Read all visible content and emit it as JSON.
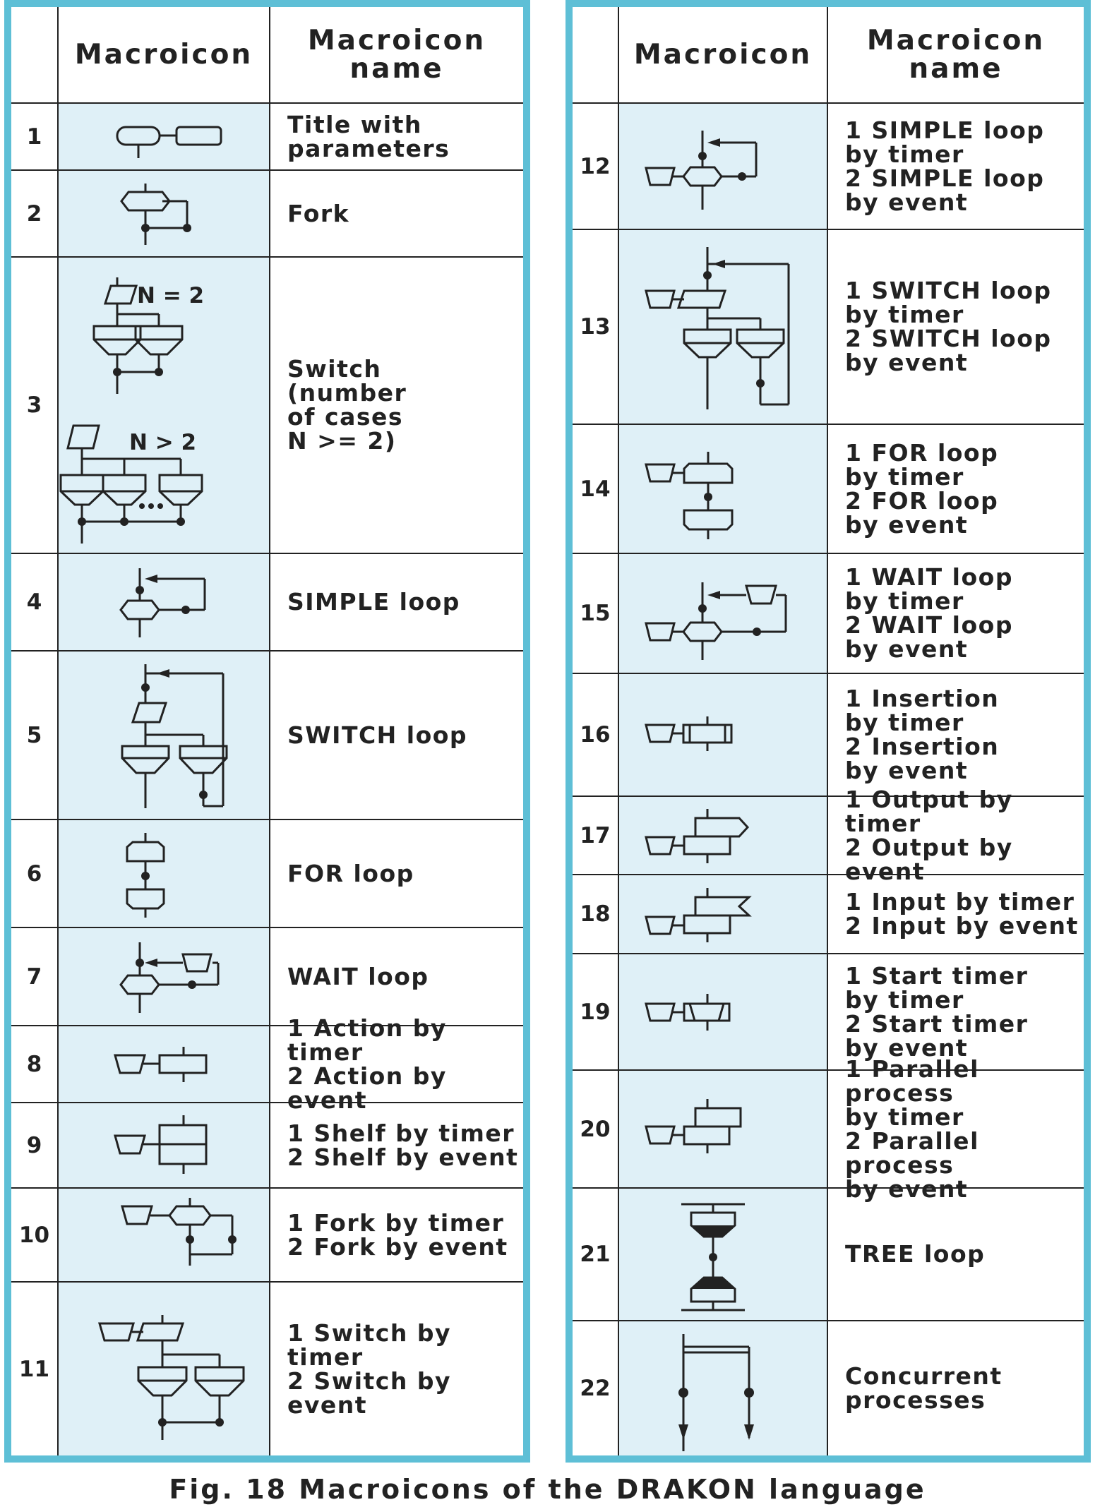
{
  "header": {
    "col_icon": "Macroicon",
    "col_name": "Macroicon\nname"
  },
  "caption": "Fig. 18  Macroicons of the DRAKON language",
  "rows_left": [
    {
      "num": "1",
      "name": "Title with\nparameters",
      "icon": "title-with-parameters-icon"
    },
    {
      "num": "2",
      "name": "Fork",
      "icon": "fork-icon"
    },
    {
      "num": "3",
      "name": "Switch\n(number\nof cases\nN >= 2)",
      "icon": "switch-icon",
      "labels": [
        "N = 2",
        "N > 2"
      ]
    },
    {
      "num": "4",
      "name": "SIMPLE loop",
      "icon": "simple-loop-icon"
    },
    {
      "num": "5",
      "name": "SWITCH loop",
      "icon": "switch-loop-icon"
    },
    {
      "num": "6",
      "name": "FOR loop",
      "icon": "for-loop-icon"
    },
    {
      "num": "7",
      "name": "WAIT loop",
      "icon": "wait-loop-icon"
    },
    {
      "num": "8",
      "name": "1 Action by timer\n2 Action by event",
      "icon": "action-by-timer-icon"
    },
    {
      "num": "9",
      "name": "1 Shelf by timer\n2 Shelf by event",
      "icon": "shelf-by-timer-icon"
    },
    {
      "num": "10",
      "name": "1 Fork by timer\n2 Fork by event",
      "icon": "fork-by-timer-icon"
    },
    {
      "num": "11",
      "name": "1 Switch by timer\n2 Switch by event",
      "icon": "switch-by-timer-icon"
    }
  ],
  "rows_right": [
    {
      "num": "12",
      "name": "1 SIMPLE loop\n   by timer\n2 SIMPLE loop\n   by event",
      "icon": "simple-loop-by-timer-icon"
    },
    {
      "num": "13",
      "name": "1 SWITCH loop\n   by timer\n2 SWITCH loop\n   by event",
      "icon": "switch-loop-by-timer-icon"
    },
    {
      "num": "14",
      "name": "1 FOR loop\n   by timer\n2 FOR loop\n   by event",
      "icon": "for-loop-by-timer-icon"
    },
    {
      "num": "15",
      "name": "1 WAIT loop\n   by timer\n2 WAIT loop\n   by event",
      "icon": "wait-loop-by-timer-icon"
    },
    {
      "num": "16",
      "name": "1 Insertion\n   by timer\n2 Insertion\n   by event",
      "icon": "insertion-by-timer-icon"
    },
    {
      "num": "17",
      "name": "1 Output by timer\n2 Output by event",
      "icon": "output-by-timer-icon"
    },
    {
      "num": "18",
      "name": "1 Input by timer\n2 Input by event",
      "icon": "input-by-timer-icon"
    },
    {
      "num": "19",
      "name": "1 Start timer\n   by timer\n2 Start timer\n   by event",
      "icon": "start-timer-icon"
    },
    {
      "num": "20",
      "name": "1 Parallel process\n   by timer\n2 Parallel process\n   by event",
      "icon": "parallel-process-icon"
    },
    {
      "num": "21",
      "name": "TREE loop",
      "icon": "tree-loop-icon"
    },
    {
      "num": "22",
      "name": "Concurrent\nprocesses",
      "icon": "concurrent-processes-icon"
    }
  ]
}
